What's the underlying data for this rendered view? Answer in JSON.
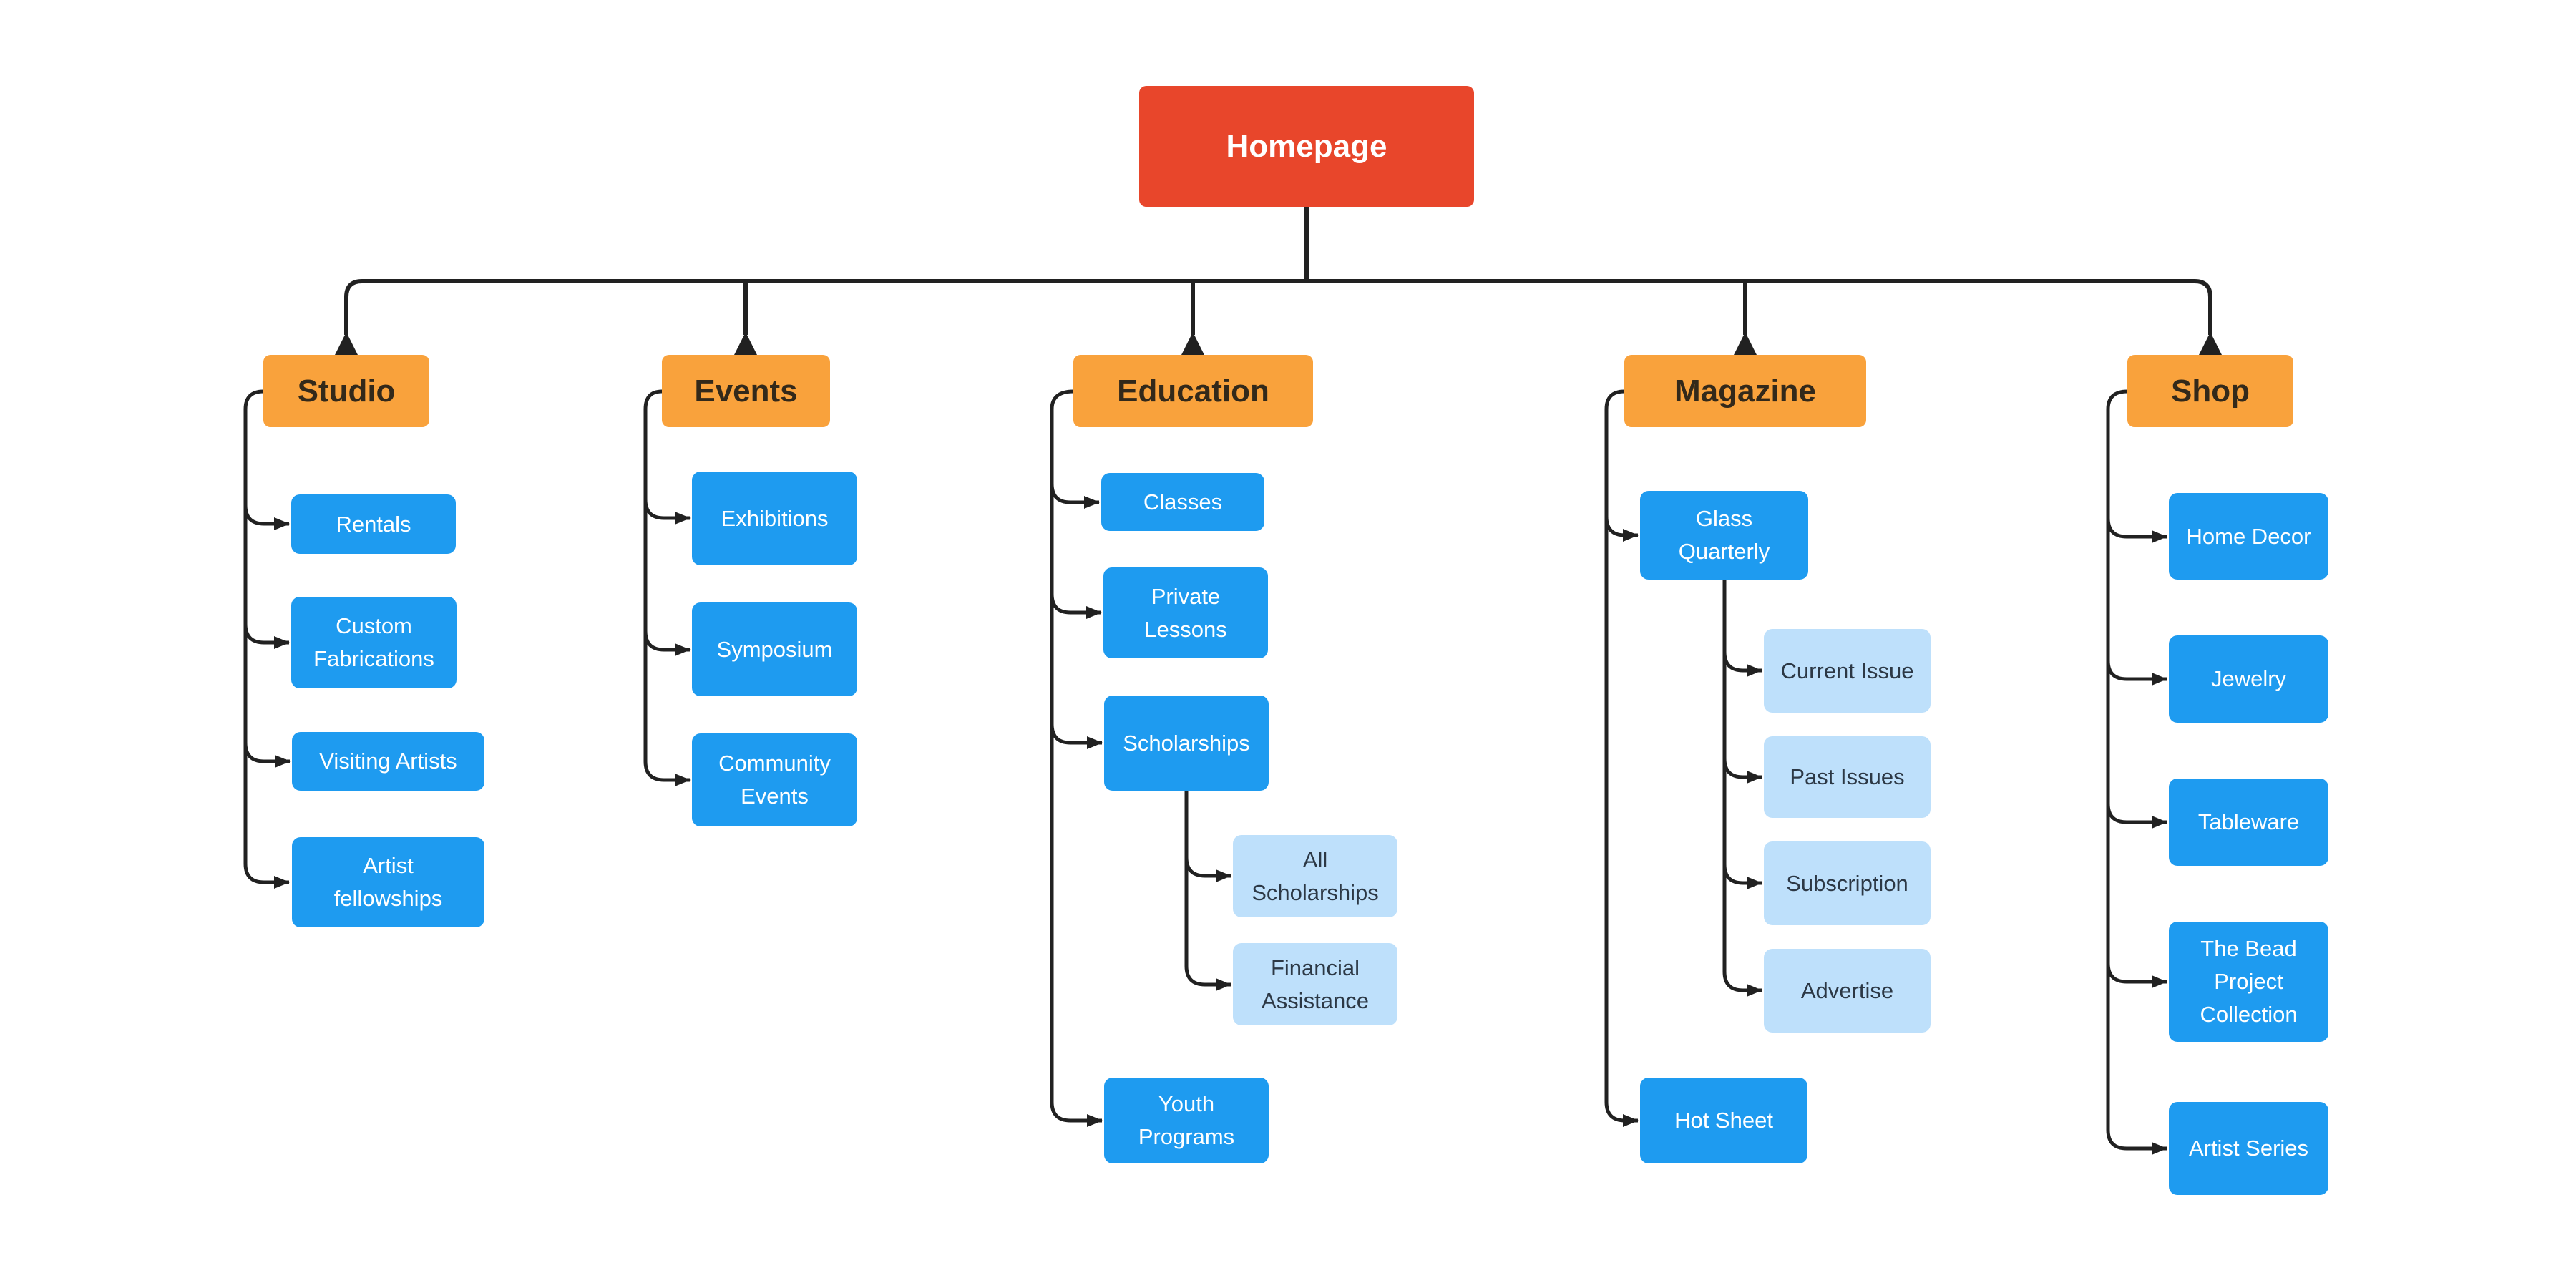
{
  "colors": {
    "background": "#FFFFFF",
    "root": "#E8462B",
    "section": "#F9A23C",
    "page": "#1E9BF0",
    "subpage": "#BEE0FB",
    "connector": "#212121",
    "text_on_root": "#FFFFFF",
    "text_on_section": "#33291A",
    "text_on_page": "#FFFFFF",
    "text_on_subpage": "#2C3845"
  },
  "root": {
    "label": "Homepage"
  },
  "branches": [
    {
      "label": "Studio",
      "children": [
        {
          "label": "Rentals"
        },
        {
          "label": "Custom\nFabrications"
        },
        {
          "label": "Visiting Artists"
        },
        {
          "label": "Artist\nfellowships"
        }
      ]
    },
    {
      "label": "Events",
      "children": [
        {
          "label": "Exhibitions"
        },
        {
          "label": "Symposium"
        },
        {
          "label": "Community\nEvents"
        }
      ]
    },
    {
      "label": "Education",
      "children": [
        {
          "label": "Classes"
        },
        {
          "label": "Private\nLessons"
        },
        {
          "label": "Scholarships",
          "children": [
            {
              "label": "All\nScholarships"
            },
            {
              "label": "Financial\nAssistance"
            }
          ]
        },
        {
          "label": "Youth\nPrograms"
        }
      ]
    },
    {
      "label": "Magazine",
      "children": [
        {
          "label": "Glass\nQuarterly",
          "children": [
            {
              "label": "Current Issue"
            },
            {
              "label": "Past Issues"
            },
            {
              "label": "Subscription"
            },
            {
              "label": "Advertise"
            }
          ]
        },
        {
          "label": "Hot Sheet"
        }
      ]
    },
    {
      "label": "Shop",
      "children": [
        {
          "label": "Home Decor"
        },
        {
          "label": "Jewelry"
        },
        {
          "label": "Tableware"
        },
        {
          "label": "The Bead\nProject\nCollection"
        },
        {
          "label": "Artist Series"
        }
      ]
    }
  ]
}
